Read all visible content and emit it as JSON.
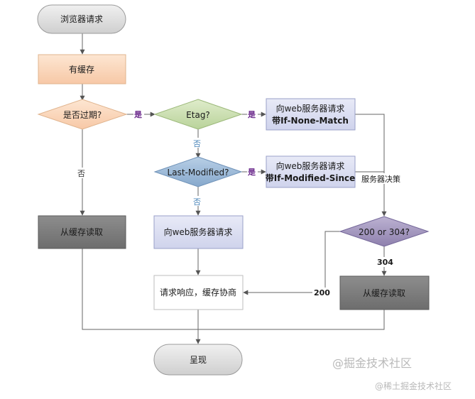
{
  "nodes": {
    "browser_request": "浏览器请求",
    "has_cache": "有缓存",
    "expired": "是否过期?",
    "etag": "Etag?",
    "req_if_none_match_1": "向web服务器请求",
    "req_if_none_match_2": "带If-None-Match",
    "last_modified": "Last-Modified?",
    "req_if_modified_since_1": "向web服务器请求",
    "req_if_modified_since_2": "带If-Modified-Since",
    "read_cache_left": "从缓存读取",
    "req_server": "向web服务器请求",
    "status_check": "200 or 304?",
    "negotiate": "请求响应，缓存协商",
    "read_cache_right": "从缓存读取",
    "render": "呈现"
  },
  "edges": {
    "expired_yes": "是",
    "expired_no": "否",
    "etag_yes": "是",
    "etag_no": "否",
    "lm_yes": "是",
    "lm_no": "否",
    "server_decides": "服务器决策",
    "code_304": "304",
    "code_200": "200"
  },
  "watermark": {
    "line1": "@掘金技术社区",
    "line2": "@稀土掘金技术社区"
  },
  "colors": {
    "terminal": "#e3e3e3",
    "process_orange": "#fbd9bf",
    "decision_orange": "#fbd9bf",
    "decision_green": "#cde0b6",
    "decision_blue": "#9dbad8",
    "decision_purple": "#a597be",
    "request_box": "#d9dcf0",
    "read_cache": "#7d7d7d",
    "yes_label": "#6b2a8c",
    "no_label": "#4b86b9"
  }
}
